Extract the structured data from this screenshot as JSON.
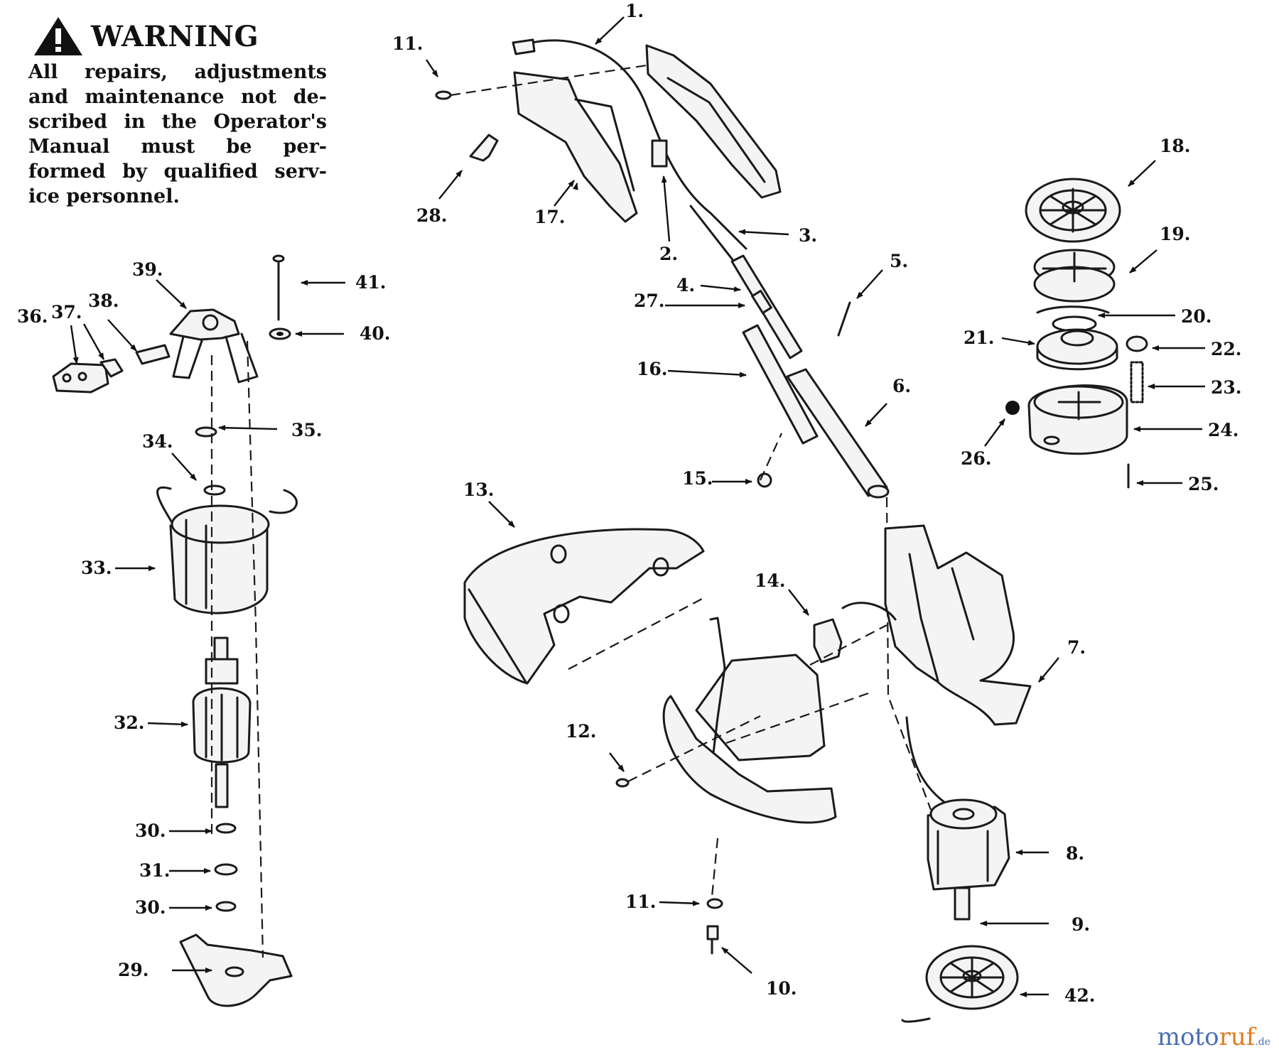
{
  "warning": {
    "title": "WARNING",
    "lines": [
      "All repairs, adjustments",
      "and maintenance not de-",
      "scribed in the Operator's",
      "Manual must be per-",
      "formed by qualified serv-",
      "ice personnel."
    ]
  },
  "watermark": {
    "part1": "moto",
    "part2": "ruf",
    "part3": ".de"
  },
  "callouts": {
    "c1": "1.",
    "c2": "2.",
    "c3": "3.",
    "c4": "4.",
    "c5": "5.",
    "c6": "6.",
    "c7": "7.",
    "c8": "8.",
    "c9": "9.",
    "c10": "10.",
    "c11a": "11.",
    "c11b": "11.",
    "c12": "12.",
    "c13": "13.",
    "c14": "14.",
    "c15": "15.",
    "c16": "16.",
    "c17": "17.",
    "c18": "18.",
    "c19": "19.",
    "c20": "20.",
    "c21": "21.",
    "c22": "22.",
    "c23": "23.",
    "c24": "24.",
    "c25": "25.",
    "c26": "26.",
    "c27": "27.",
    "c28": "28.",
    "c29": "29.",
    "c30a": "30.",
    "c30b": "30.",
    "c31": "31.",
    "c32": "32.",
    "c33": "33.",
    "c34": "34.",
    "c35": "35.",
    "c36": "36.",
    "c37": "37.",
    "c38": "38.",
    "c39": "39.",
    "c40": "40.",
    "c41": "41.",
    "c42": "42."
  }
}
